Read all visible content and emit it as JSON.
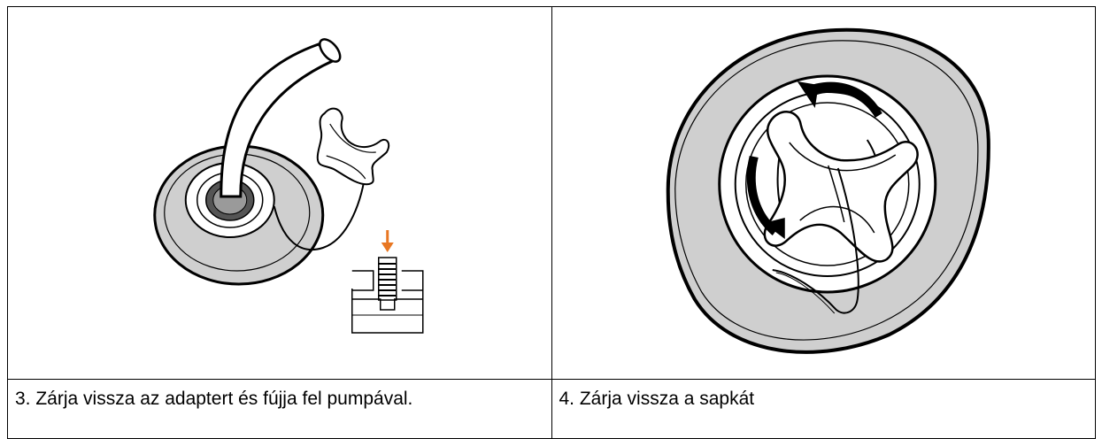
{
  "steps": [
    {
      "number": "3.",
      "caption": "3. Zárja vissza az adaptert és fújja fel pumpával.",
      "illustration": "valve-adapter-with-pump-hose-icon",
      "accent_color": "#e87722"
    },
    {
      "number": "4.",
      "caption": "4. Zárja vissza a sapkát",
      "illustration": "valve-cap-rotate-close-icon"
    }
  ],
  "colors": {
    "border": "#000000",
    "fill_gray": "#d0d0d0",
    "dark_gray": "#7a7a7a",
    "arrow_orange": "#e87722"
  }
}
